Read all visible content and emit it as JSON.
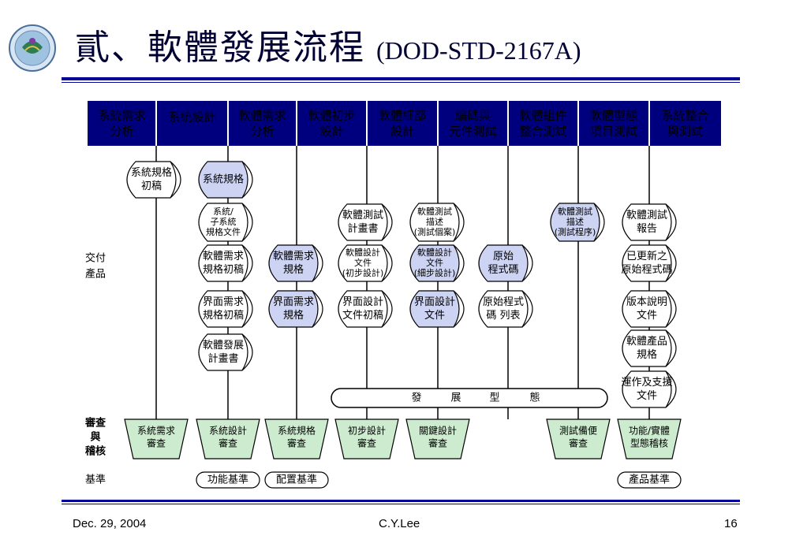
{
  "title": {
    "cn": "貳、軟體發展流程",
    "en": "(DOD-STD-2167A)"
  },
  "phases": [
    [
      "系統需求",
      "分析"
    ],
    [
      "系統設計"
    ],
    [
      "軟體需求",
      "分析"
    ],
    [
      "軟體初步",
      "設計"
    ],
    [
      "軟體細部",
      "設計"
    ],
    [
      "編碼與",
      "元件測試"
    ],
    [
      "軟體組件",
      "整合測試"
    ],
    [
      "軟體型態",
      "項目測試"
    ],
    [
      "系統整合",
      "與測試"
    ]
  ],
  "labels": {
    "deliverables": [
      "交付",
      "產品"
    ],
    "review": [
      "審查",
      "與",
      "稽核"
    ],
    "baseline": "基準"
  },
  "documents": {
    "sys_req_draft": [
      "系統規格",
      "初稿"
    ],
    "sys_spec": [
      "系統規格"
    ],
    "subsystem_spec": [
      "系統/",
      "子系統",
      "規格文件"
    ],
    "sw_req_draft": [
      "軟體需求",
      "規格初稿"
    ],
    "if_req_draft": [
      "界面需求",
      "規格初稿"
    ],
    "sw_dev_plan": [
      "軟體發展",
      "計畫書"
    ],
    "sw_req_spec": [
      "軟體需求",
      "規格"
    ],
    "if_req_spec": [
      "界面需求",
      "規格"
    ],
    "sw_test_plan": [
      "軟體測試",
      "計畫書"
    ],
    "sw_design_prelim": [
      "軟體設計",
      "文件",
      "(初步設計)"
    ],
    "if_design_draft": [
      "界面設計",
      "文件初稿"
    ],
    "sw_test_desc_cases": [
      "軟體測試",
      "描述",
      "(測試個案)"
    ],
    "sw_design_detail": [
      "軟體設計",
      "文件",
      "(細步設計)"
    ],
    "if_design_doc": [
      "界面設計",
      "文件"
    ],
    "source_code": [
      "原始",
      "程式碼"
    ],
    "source_listing": [
      "原始程式",
      "碼 列表"
    ],
    "sw_test_desc_proc": [
      "軟體測試",
      "描述",
      "(測試程序)"
    ],
    "sw_test_report": [
      "軟體測試",
      "報告"
    ],
    "updated_source": [
      "已更新之",
      "原始程式碼"
    ],
    "version_desc": [
      "版本說明",
      "文件"
    ],
    "sw_product_spec": [
      "軟體產品",
      "規格"
    ],
    "ops_support_doc": [
      "運作及支援",
      "文件"
    ]
  },
  "dev_config": [
    "發",
    "展",
    "型",
    "態"
  ],
  "reviews": [
    [
      "系統需求",
      "審查"
    ],
    [
      "系統設計",
      "審查"
    ],
    [
      "系統規格",
      "審查"
    ],
    [
      "初步設計",
      "審查"
    ],
    [
      "關鍵設計",
      "審查"
    ],
    [
      "測試備便",
      "審查"
    ],
    [
      "功能/實體",
      "型態稽核"
    ]
  ],
  "baselines": [
    "功能基準",
    "配置基準",
    "產品基準"
  ],
  "footer": {
    "date": "Dec. 29, 2004",
    "author": "C.Y.Lee",
    "page": "16"
  },
  "colors": {
    "header_fill": "#00007f",
    "header_text": "#ffffff",
    "doc_fill": "#cdd3f2",
    "review_fill": "#cdeccf",
    "baseline_text": "#8b4513",
    "rule": "#000099"
  }
}
